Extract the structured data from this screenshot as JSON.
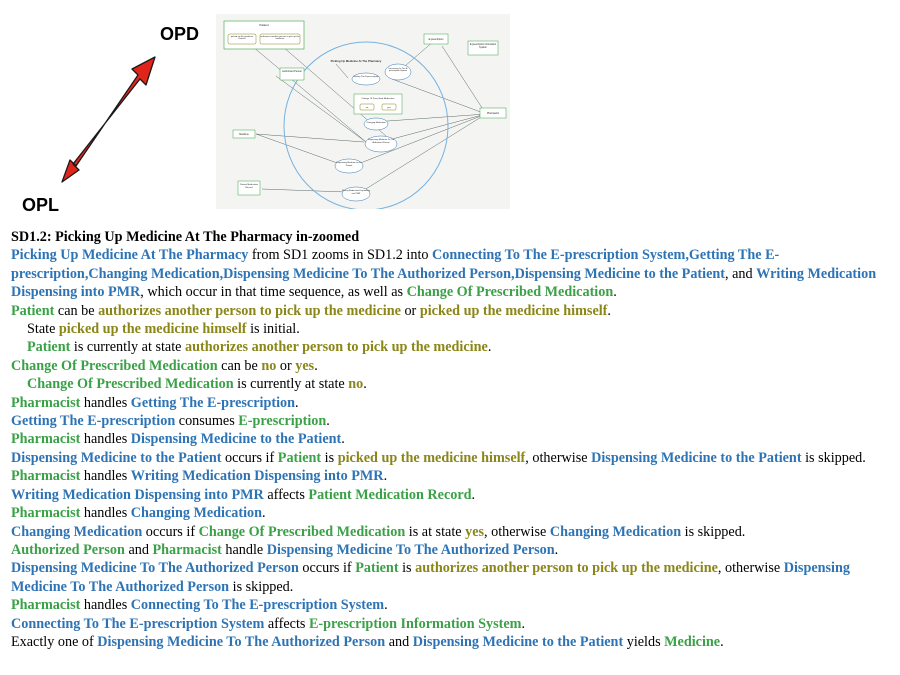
{
  "labels": {
    "opd": "OPD",
    "opl": "OPL"
  },
  "colors": {
    "process": "#2e74b5",
    "object": "#3aa147",
    "state": "#8a8618",
    "arrow": "#e1251b"
  },
  "diagram": {
    "patient": "Patient",
    "auth_other": "authorizes another person to pick up the medicine",
    "picked_self": "picked up the medicine himself",
    "authorized_person": "Authorized Person",
    "e_prescription": "E-prescription",
    "e_presc_system": "E-prescription Information System",
    "main_process": "Picking Up Medicine At The Pharmacy",
    "getting": "Getting The E-prescription",
    "connecting": "Connecting To The E-prescription System",
    "change_object": "Change Of Prescribed Medication",
    "no": "no",
    "yes": "yes",
    "changing": "Changing Medication",
    "dispensing_auth": "Dispensing Medicine To The Authorized Person",
    "dispensing_patient": "Dispensing Medicine to the Patient",
    "writing": "Writing Medication Dispensing into PMR",
    "medicine": "Medicine",
    "pharmacist": "Pharmacist",
    "pmr": "Patient Medication Record"
  },
  "opl": {
    "heading": "SD1.2: Picking Up Medicine At The Pharmacy in-zoomed",
    "lines": [
      {
        "indent": false,
        "segs": [
          {
            "t": "Picking Up Medicine At The Pharmacy",
            "c": "b"
          },
          {
            "t": " from SD1 zooms in SD1.2 into "
          },
          {
            "t": "Connecting To The E-prescription System",
            "c": "b"
          },
          {
            "t": ",",
            "c": "b"
          },
          {
            "t": "Getting The E-prescription",
            "c": "b"
          },
          {
            "t": ",",
            "c": "b"
          },
          {
            "t": "Changing Medication",
            "c": "b"
          },
          {
            "t": ",",
            "c": "b"
          },
          {
            "t": "Dispensing Medicine To The Authorized Person",
            "c": "b"
          },
          {
            "t": ",",
            "c": "b"
          },
          {
            "t": "Dispensing Medicine to the Patient",
            "c": "b"
          },
          {
            "t": ", and "
          },
          {
            "t": "Writing Medication Dispensing into PMR",
            "c": "b"
          },
          {
            "t": ", which occur in that time sequence, as well as "
          },
          {
            "t": "Change Of Prescribed Medication",
            "c": "g"
          },
          {
            "t": "."
          }
        ]
      },
      {
        "indent": false,
        "segs": [
          {
            "t": "Patient",
            "c": "g"
          },
          {
            "t": " can be "
          },
          {
            "t": "authorizes another person to pick up the medicine",
            "c": "o"
          },
          {
            "t": " or "
          },
          {
            "t": "picked up the medicine himself",
            "c": "o"
          },
          {
            "t": "."
          }
        ]
      },
      {
        "indent": true,
        "segs": [
          {
            "t": "State "
          },
          {
            "t": "picked up the medicine himself",
            "c": "o"
          },
          {
            "t": " is initial."
          }
        ]
      },
      {
        "indent": true,
        "segs": [
          {
            "t": "Patient",
            "c": "g"
          },
          {
            "t": " is currently at state "
          },
          {
            "t": "authorizes another person to pick up the medicine",
            "c": "o"
          },
          {
            "t": "."
          }
        ]
      },
      {
        "indent": false,
        "segs": [
          {
            "t": "Change Of Prescribed Medication",
            "c": "g"
          },
          {
            "t": " can be "
          },
          {
            "t": "no",
            "c": "o"
          },
          {
            "t": " or "
          },
          {
            "t": "yes",
            "c": "o"
          },
          {
            "t": "."
          }
        ]
      },
      {
        "indent": true,
        "segs": [
          {
            "t": "Change Of Prescribed Medication",
            "c": "g"
          },
          {
            "t": " is currently at state "
          },
          {
            "t": "no",
            "c": "o"
          },
          {
            "t": "."
          }
        ]
      },
      {
        "indent": false,
        "segs": [
          {
            "t": "Pharmacist",
            "c": "g"
          },
          {
            "t": " handles "
          },
          {
            "t": "Getting The E-prescription",
            "c": "b"
          },
          {
            "t": "."
          }
        ]
      },
      {
        "indent": false,
        "segs": [
          {
            "t": "Getting The E-prescription",
            "c": "b"
          },
          {
            "t": " consumes "
          },
          {
            "t": "E-prescription",
            "c": "g"
          },
          {
            "t": "."
          }
        ]
      },
      {
        "indent": false,
        "segs": [
          {
            "t": "Pharmacist",
            "c": "g"
          },
          {
            "t": " handles "
          },
          {
            "t": "Dispensing Medicine to the Patient",
            "c": "b"
          },
          {
            "t": "."
          }
        ]
      },
      {
        "indent": false,
        "segs": [
          {
            "t": "Dispensing Medicine to the Patient",
            "c": "b"
          },
          {
            "t": " occurs if "
          },
          {
            "t": "Patient",
            "c": "g"
          },
          {
            "t": " is "
          },
          {
            "t": "picked up the medicine himself",
            "c": "o"
          },
          {
            "t": ", otherwise "
          },
          {
            "t": "Dispensing Medicine to the Patient",
            "c": "b"
          },
          {
            "t": " is skipped."
          }
        ]
      },
      {
        "indent": false,
        "segs": [
          {
            "t": "Pharmacist",
            "c": "g"
          },
          {
            "t": " handles "
          },
          {
            "t": "Writing Medication Dispensing into PMR",
            "c": "b"
          },
          {
            "t": "."
          }
        ]
      },
      {
        "indent": false,
        "segs": [
          {
            "t": "Writing Medication Dispensing into PMR",
            "c": "b"
          },
          {
            "t": " affects "
          },
          {
            "t": "Patient Medication Record",
            "c": "g"
          },
          {
            "t": "."
          }
        ]
      },
      {
        "indent": false,
        "segs": [
          {
            "t": "Pharmacist",
            "c": "g"
          },
          {
            "t": " handles "
          },
          {
            "t": "Changing Medication",
            "c": "b"
          },
          {
            "t": "."
          }
        ]
      },
      {
        "indent": false,
        "segs": [
          {
            "t": "Changing Medication",
            "c": "b"
          },
          {
            "t": " occurs if "
          },
          {
            "t": "Change Of Prescribed Medication",
            "c": "g"
          },
          {
            "t": " is at state "
          },
          {
            "t": "yes",
            "c": "o"
          },
          {
            "t": ", otherwise "
          },
          {
            "t": "Changing Medication",
            "c": "b"
          },
          {
            "t": " is skipped."
          }
        ]
      },
      {
        "indent": false,
        "segs": [
          {
            "t": "Authorized Person",
            "c": "g"
          },
          {
            "t": " and "
          },
          {
            "t": "Pharmacist",
            "c": "g"
          },
          {
            "t": " handle "
          },
          {
            "t": "Dispensing Medicine To The Authorized Person",
            "c": "b"
          },
          {
            "t": "."
          }
        ]
      },
      {
        "indent": false,
        "segs": [
          {
            "t": "Dispensing Medicine To The Authorized Person",
            "c": "b"
          },
          {
            "t": " occurs if "
          },
          {
            "t": "Patient",
            "c": "g"
          },
          {
            "t": " is "
          },
          {
            "t": "authorizes another person to pick up the medicine",
            "c": "o"
          },
          {
            "t": ", otherwise "
          },
          {
            "t": "Dispensing Medicine To The Authorized Person",
            "c": "b"
          },
          {
            "t": " is skipped."
          }
        ]
      },
      {
        "indent": false,
        "segs": [
          {
            "t": "Pharmacist",
            "c": "g"
          },
          {
            "t": " handles "
          },
          {
            "t": "Connecting To The E-prescription System",
            "c": "b"
          },
          {
            "t": "."
          }
        ]
      },
      {
        "indent": false,
        "segs": [
          {
            "t": "Connecting To The E-prescription System",
            "c": "b"
          },
          {
            "t": " affects "
          },
          {
            "t": "E-prescription Information System",
            "c": "g"
          },
          {
            "t": "."
          }
        ]
      },
      {
        "indent": false,
        "segs": [
          {
            "t": "Exactly one of "
          },
          {
            "t": "Dispensing Medicine To The Authorized Person",
            "c": "b"
          },
          {
            "t": " and "
          },
          {
            "t": "Dispensing Medicine to the Patient",
            "c": "b"
          },
          {
            "t": " yields "
          },
          {
            "t": "Medicine",
            "c": "g"
          },
          {
            "t": "."
          }
        ]
      }
    ]
  }
}
